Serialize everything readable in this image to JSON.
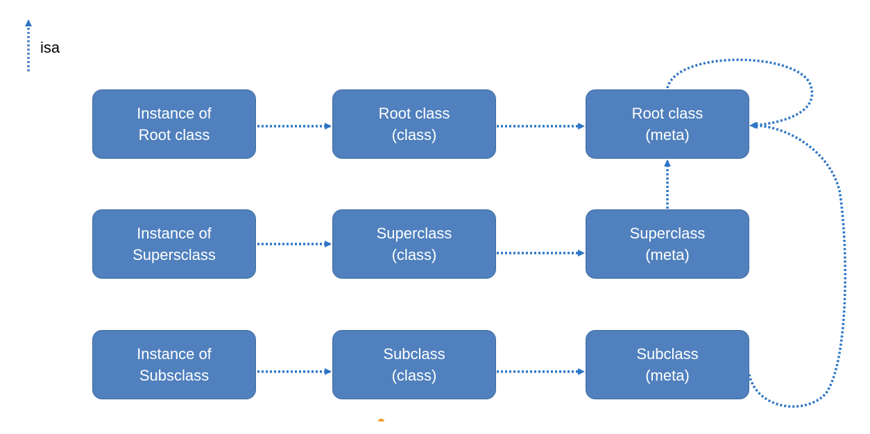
{
  "legend": {
    "label": "isa"
  },
  "nodes": {
    "instance_root": {
      "line1": "Instance of",
      "line2": "Root class"
    },
    "root_class": {
      "line1": "Root class",
      "line2": "(class)"
    },
    "root_meta": {
      "line1": "Root class",
      "line2": "(meta)"
    },
    "instance_super": {
      "line1": "Instance of",
      "line2": "Supersclass"
    },
    "super_class": {
      "line1": "Superclass",
      "line2": "(class)"
    },
    "super_meta": {
      "line1": "Superclass",
      "line2": "(meta)"
    },
    "instance_sub": {
      "line1": "Instance of",
      "line2": "Subsclass"
    },
    "sub_class": {
      "line1": "Subclass",
      "line2": "(class)"
    },
    "sub_meta": {
      "line1": "Subclass",
      "line2": "(meta)"
    }
  },
  "colors": {
    "node_fill": "#5080BD",
    "arrow": "#2E75C6"
  }
}
